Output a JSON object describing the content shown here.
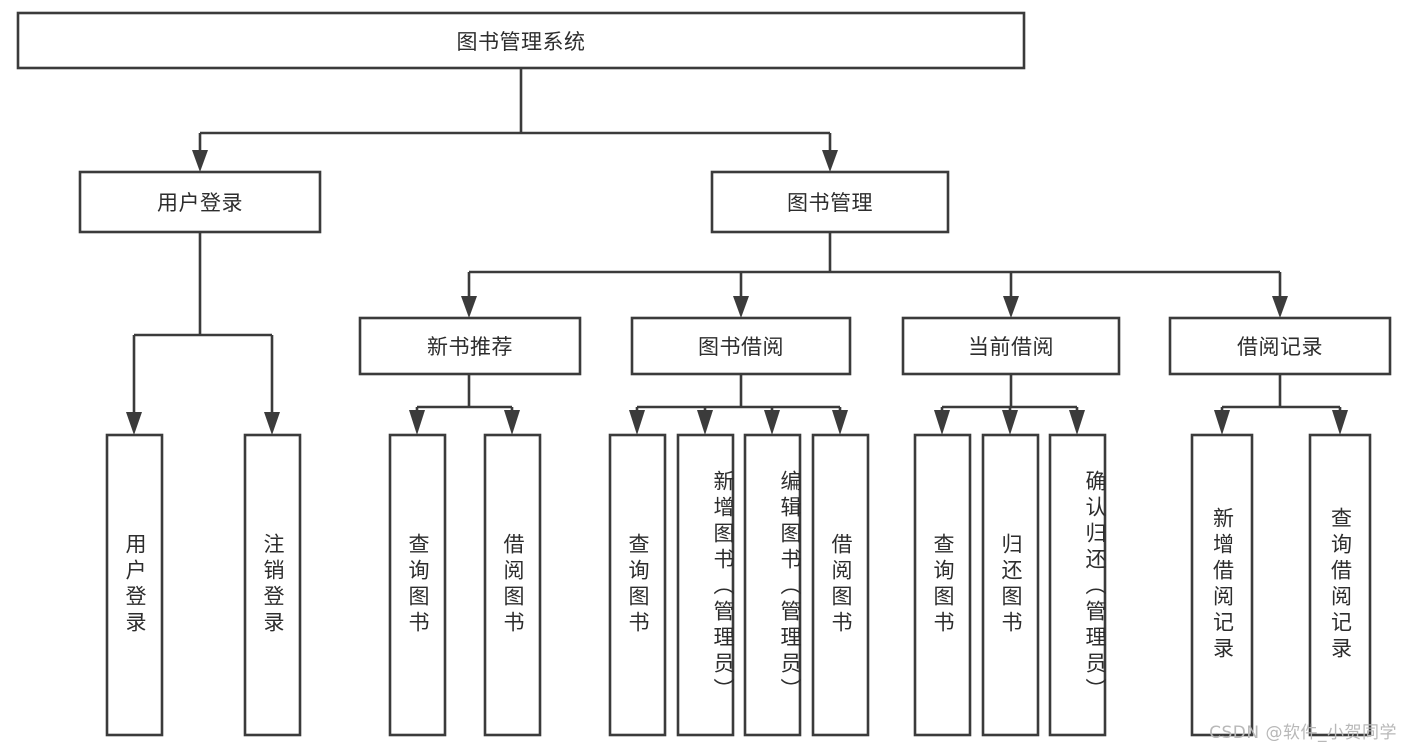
{
  "diagram": {
    "title": "图书管理系统",
    "type": "hierarchy-tree",
    "watermark": "CSDN @软件_小贺同学",
    "colors": {
      "background": "#ffffff",
      "stroke": "#3b3b3b",
      "box_fill": "#ffffff",
      "text": "#2d2d2d",
      "watermark": "#b8b8b8"
    },
    "levels": {
      "root": {
        "label": "图书管理系统"
      },
      "level2": [
        {
          "label": "用户登录"
        },
        {
          "label": "图书管理"
        }
      ],
      "level3": [
        {
          "label": "新书推荐"
        },
        {
          "label": "图书借阅"
        },
        {
          "label": "当前借阅"
        },
        {
          "label": "借阅记录"
        }
      ],
      "leaves": [
        {
          "label": "用户登录",
          "parent": "用户登录"
        },
        {
          "label": "注销登录",
          "parent": "用户登录"
        },
        {
          "label": "查询图书",
          "parent": "新书推荐"
        },
        {
          "label": "借阅图书",
          "parent": "新书推荐"
        },
        {
          "label": "查询图书",
          "parent": "图书借阅"
        },
        {
          "label": "新增图书（管理员）",
          "parent": "图书借阅"
        },
        {
          "label": "编辑图书（管理员）",
          "parent": "图书借阅"
        },
        {
          "label": "借阅图书",
          "parent": "图书借阅"
        },
        {
          "label": "查询图书",
          "parent": "当前借阅"
        },
        {
          "label": "归还图书",
          "parent": "当前借阅"
        },
        {
          "label": "确认归还（管理员）",
          "parent": "当前借阅"
        },
        {
          "label": "新增借阅记录",
          "parent": "借阅记录"
        },
        {
          "label": "查询借阅记录",
          "parent": "借阅记录"
        }
      ]
    }
  }
}
